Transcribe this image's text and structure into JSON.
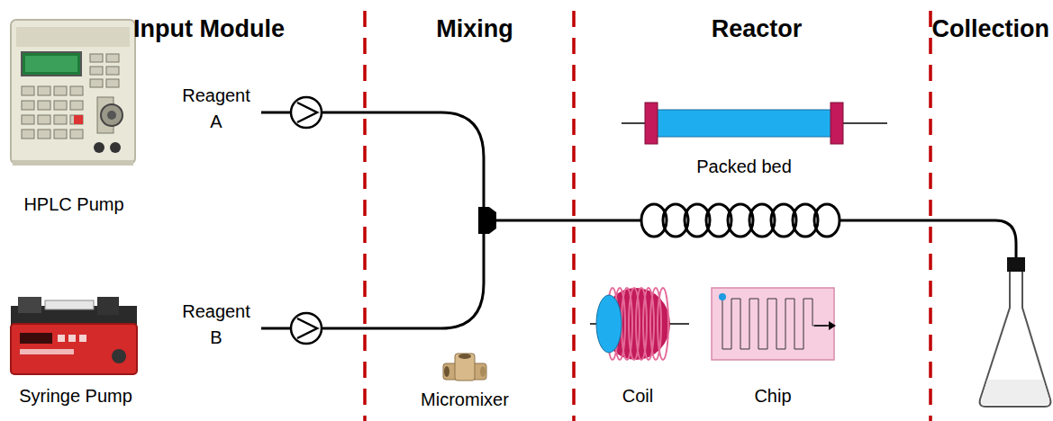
{
  "diagram": {
    "labels": [
      "Input Module",
      "Mixing",
      "Reactor",
      "Collection",
      "Reagent A",
      "Reagent B",
      "HPLC Pump",
      "Syringe Pump",
      "Micromixer",
      "Packed bed",
      "Coil",
      "Chip"
    ]
  }
}
